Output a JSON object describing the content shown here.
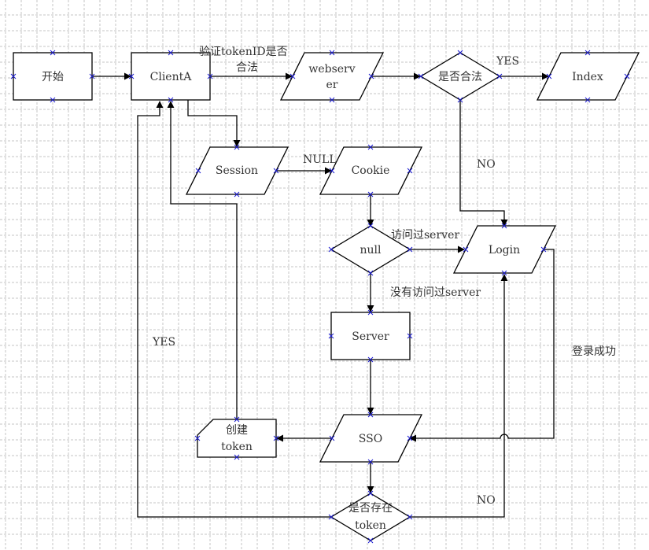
{
  "diagram": {
    "type": "flowchart",
    "grid": true,
    "colors": {
      "grid": "#c4c4c4",
      "stroke": "#000000",
      "text": "#333333",
      "port": "#1a1ad0"
    },
    "nodes": [
      {
        "id": "start",
        "shape": "rect",
        "lines": [
          "开始"
        ]
      },
      {
        "id": "clientA",
        "shape": "rect",
        "lines": [
          "ClientA"
        ]
      },
      {
        "id": "webserver",
        "shape": "parallelogram",
        "lines": [
          "webserv",
          "er"
        ]
      },
      {
        "id": "legal",
        "shape": "diamond",
        "lines": [
          "是否合法"
        ]
      },
      {
        "id": "index",
        "shape": "parallelogram",
        "lines": [
          "Index"
        ]
      },
      {
        "id": "session",
        "shape": "parallelogram",
        "lines": [
          "Session"
        ]
      },
      {
        "id": "cookie",
        "shape": "parallelogram",
        "lines": [
          "Cookie"
        ]
      },
      {
        "id": "null",
        "shape": "diamond",
        "lines": [
          "null"
        ]
      },
      {
        "id": "login",
        "shape": "parallelogram",
        "lines": [
          "Login"
        ]
      },
      {
        "id": "server",
        "shape": "rect",
        "lines": [
          "Server"
        ]
      },
      {
        "id": "sso",
        "shape": "parallelogram",
        "lines": [
          "SSO"
        ]
      },
      {
        "id": "createToken",
        "shape": "cut-rect",
        "lines": [
          "创建",
          "token"
        ]
      },
      {
        "id": "tokenExists",
        "shape": "diamond",
        "lines": [
          "是否存在",
          "token"
        ]
      }
    ],
    "edges": [
      {
        "from": "start",
        "to": "clientA",
        "label": ""
      },
      {
        "from": "clientA",
        "to": "webserver",
        "label": "验证tokenID是否合法"
      },
      {
        "from": "webserver",
        "to": "legal",
        "label": ""
      },
      {
        "from": "legal",
        "to": "index",
        "label": "YES"
      },
      {
        "from": "legal",
        "to": "login",
        "label": "NO"
      },
      {
        "from": "clientA",
        "to": "session",
        "label": ""
      },
      {
        "from": "session",
        "to": "cookie",
        "label": "NULL"
      },
      {
        "from": "cookie",
        "to": "null",
        "label": ""
      },
      {
        "from": "null",
        "to": "login",
        "label": "访问过server"
      },
      {
        "from": "null",
        "to": "server",
        "label": "没有访问过server"
      },
      {
        "from": "server",
        "to": "sso",
        "label": ""
      },
      {
        "from": "login",
        "to": "sso",
        "label": "登录成功"
      },
      {
        "from": "sso",
        "to": "createToken",
        "label": ""
      },
      {
        "from": "createToken",
        "to": "clientA",
        "label": ""
      },
      {
        "from": "sso",
        "to": "tokenExists",
        "label": ""
      },
      {
        "from": "tokenExists",
        "to": "clientA",
        "label": "YES"
      },
      {
        "from": "tokenExists",
        "to": "login",
        "label": "NO"
      }
    ],
    "edge_labels": {
      "verify_line1": "验证tokenID是否",
      "verify_line2": "合法",
      "yes_top": "YES",
      "no_right": "NO",
      "null_label": "NULL",
      "visited": "访问过server",
      "not_visited": "没有访问过server",
      "login_success": "登录成功",
      "yes_left": "YES",
      "no_bottom": "NO"
    }
  }
}
